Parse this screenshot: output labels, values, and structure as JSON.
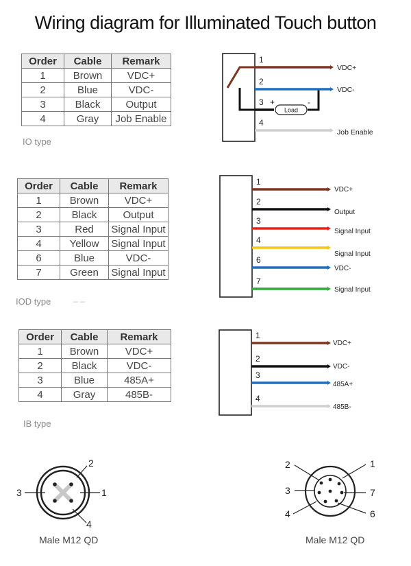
{
  "title": "Wiring diagram for Illuminated Touch button",
  "headers": {
    "order": "Order",
    "cable": "Cable",
    "remark": "Remark"
  },
  "io": {
    "type_label": "IO type",
    "rows": [
      {
        "order": "1",
        "cable": "Brown",
        "remark": "VDC+"
      },
      {
        "order": "2",
        "cable": "Blue",
        "remark": "VDC-"
      },
      {
        "order": "3",
        "cable": "Black",
        "remark": "Output"
      },
      {
        "order": "4",
        "cable": "Gray",
        "remark": "Job Enable"
      }
    ],
    "wires": [
      {
        "num": "1",
        "label": "VDC+",
        "color": "#7b3520"
      },
      {
        "num": "2",
        "label": "VDC-",
        "color": "#1f6fbf"
      },
      {
        "num": "3",
        "label": "",
        "color": "#111111"
      },
      {
        "num": "4",
        "label": "Job Enable",
        "color": "#cfcfcf"
      }
    ],
    "load": {
      "label": "Load",
      "plus": "+",
      "minus": "-"
    }
  },
  "iod": {
    "type_label": "IOD type",
    "dash": "– –",
    "rows": [
      {
        "order": "1",
        "cable": "Brown",
        "remark": "VDC+"
      },
      {
        "order": "2",
        "cable": "Black",
        "remark": "Output"
      },
      {
        "order": "3",
        "cable": "Red",
        "remark": "Signal Input"
      },
      {
        "order": "4",
        "cable": "Yellow",
        "remark": "Signal Input"
      },
      {
        "order": "6",
        "cable": "Blue",
        "remark": "VDC-"
      },
      {
        "order": "7",
        "cable": "Green",
        "remark": "Signal Input"
      }
    ],
    "wires": [
      {
        "num": "1",
        "label": "VDC+",
        "color": "#7b3520"
      },
      {
        "num": "2",
        "label": "Output",
        "color": "#111111"
      },
      {
        "num": "3",
        "label": "Signal Input",
        "color": "#e5231b"
      },
      {
        "num": "4",
        "label": "Signal Input",
        "color": "#f5c518"
      },
      {
        "num": "6",
        "label": "VDC-",
        "color": "#1f6fbf"
      },
      {
        "num": "7",
        "label": "Signal Input",
        "color": "#2eaa3a"
      }
    ]
  },
  "ib": {
    "type_label": "IB type",
    "rows": [
      {
        "order": "1",
        "cable": "Brown",
        "remark": "VDC+"
      },
      {
        "order": "2",
        "cable": "Black",
        "remark": "VDC-"
      },
      {
        "order": "3",
        "cable": "Blue",
        "remark": "485A+"
      },
      {
        "order": "4",
        "cable": "Gray",
        "remark": "485B-"
      }
    ],
    "wires": [
      {
        "num": "1",
        "label": "VDC+",
        "color": "#7b3520"
      },
      {
        "num": "2",
        "label": "VDC-",
        "color": "#111111"
      },
      {
        "num": "3",
        "label": "485A+",
        "color": "#1f6fbf"
      },
      {
        "num": "4",
        "label": "485B-",
        "color": "#cfcfcf"
      }
    ]
  },
  "connectors": [
    {
      "caption": "Male M12 QD",
      "pins": [
        "1",
        "2",
        "3",
        "4"
      ]
    },
    {
      "caption": "Male M12 QD",
      "pins": [
        "1",
        "2",
        "3",
        "4",
        "6",
        "7"
      ]
    }
  ]
}
